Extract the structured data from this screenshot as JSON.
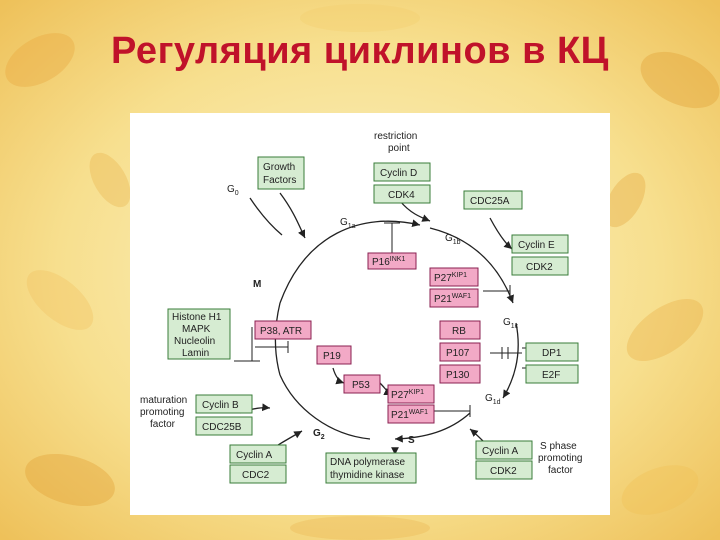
{
  "title": "Регуляция циклинов в КЦ",
  "phases": {
    "g0": "G",
    "g0_sub": "0",
    "g1a": "G",
    "g1a_sub": "1a",
    "g1b": "G",
    "g1b_sub": "1b",
    "g1c": "G",
    "g1c_sub": "1c",
    "g1d": "G",
    "g1d_sub": "1d",
    "m": "M",
    "s": "S",
    "g2": "G",
    "g2_sub": "2"
  },
  "labels": {
    "restriction_1": "restriction",
    "restriction_2": "point",
    "maturation_1": "maturation",
    "maturation_2": "promoting",
    "maturation_3": "factor",
    "sphase_1": "S phase",
    "sphase_2": "promoting",
    "sphase_3": "factor"
  },
  "boxes": {
    "growth_1": "Growth",
    "growth_2": "Factors",
    "cyclin_d": "Cyclin D",
    "cdk4": "CDK4",
    "cdc25a": "CDC25A",
    "cyclin_e": "Cyclin E",
    "cdk2_e": "CDK2",
    "p16": "P16",
    "p16_sup": "INK1",
    "p27_top": "P27",
    "p27_top_sup": "KIP1",
    "p21_top": "P21",
    "p21_top_sup": "WAF1",
    "histone_1": "Histone H1",
    "histone_2": "MAPK",
    "histone_3": "Nucleolin",
    "histone_4": "Lamin",
    "p38": "P38, ATR",
    "p19": "P19",
    "rb": "RB",
    "p107": "P107",
    "p130": "P130",
    "dp1": "DP1",
    "e2f": "E2F",
    "p53": "P53",
    "p27_bot": "P27",
    "p27_bot_sup": "KIP1",
    "p21_bot": "P21",
    "p21_bot_sup": "WAF1",
    "cyclin_b": "Cyclin B",
    "cdc25b": "CDC25B",
    "cyclin_a_left": "Cyclin A",
    "cdc2": "CDC2",
    "dnapol_1": "DNA polymerase",
    "dnapol_2": "thymidine kinase",
    "cyclin_a_right": "Cyclin A",
    "cdk2_a": "CDK2"
  },
  "colors": {
    "title": "#c0122a",
    "green_box": "#d6ecd2",
    "pink_box": "#f2a9c6"
  }
}
